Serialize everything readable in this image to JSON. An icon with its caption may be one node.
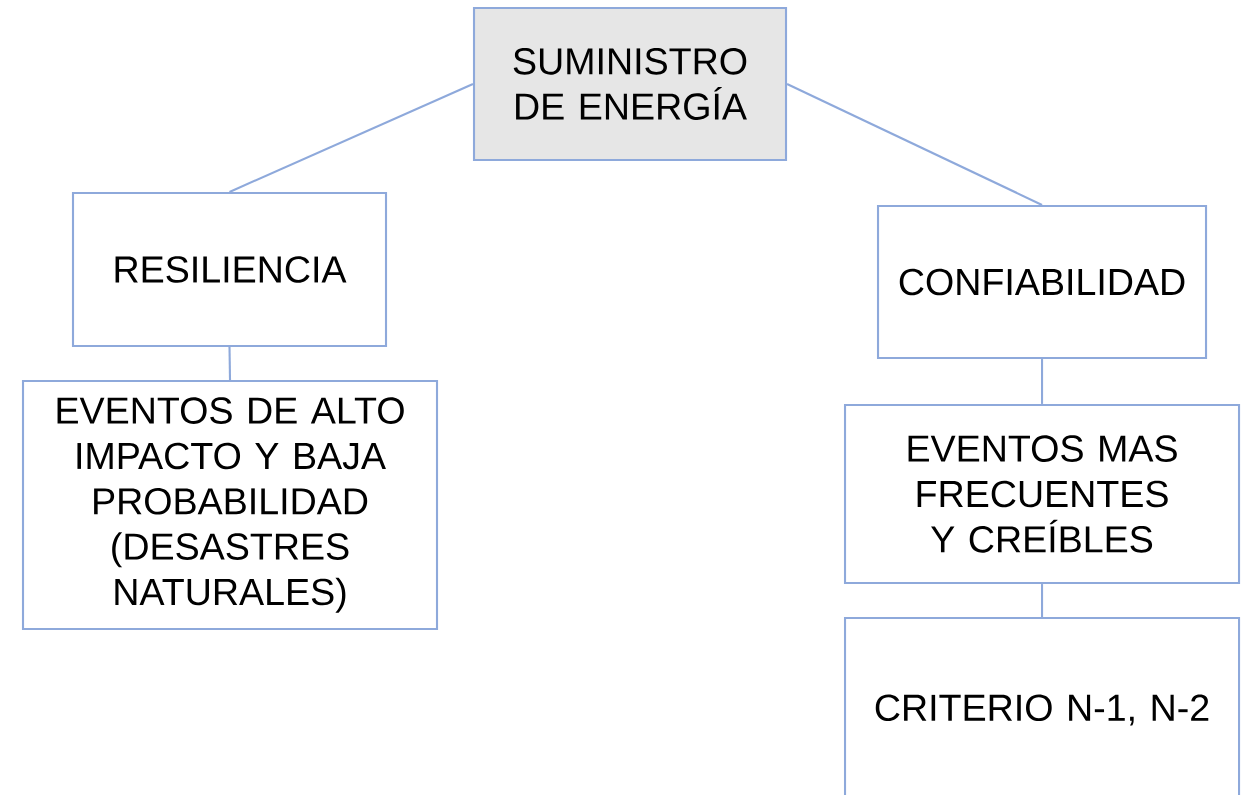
{
  "diagram": {
    "nodes": [
      {
        "text": [
          "SUMINISTRO DE ENERGÍA"
        ]
      },
      {
        "text": [
          "RESILIENCIA"
        ]
      },
      {
        "text": [
          "CONFIABILIDAD"
        ]
      },
      {
        "text": [
          "EVENTOS DE ALTO IMPACTO Y BAJA PROBABILIDAD (DESASTRES NATURALES)"
        ]
      },
      {
        "text": [
          "EVENTOS MAS FRECUENTES Y CREÍBLES"
        ]
      },
      {
        "text": [
          "CRITERIO N-1, N-2"
        ]
      }
    ],
    "edges": [
      {
        "from": 0,
        "to": 1,
        "arrow": "none"
      },
      {
        "from": 0,
        "to": 2,
        "arrow": "none"
      },
      {
        "from": 1,
        "to": 3,
        "arrow": "none"
      },
      {
        "from": 2,
        "to": 4,
        "arrow": "none"
      },
      {
        "from": 4,
        "to": 5,
        "arrow": "none"
      }
    ]
  }
}
